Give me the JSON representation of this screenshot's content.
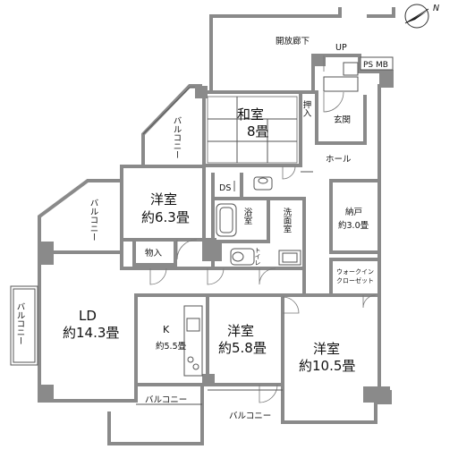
{
  "labels": {
    "corridor": "開放廊下",
    "up": "UP",
    "ps_mb": "PS MB",
    "washitsu_name": "和室",
    "washitsu_size": "8畳",
    "oshiire": "押入",
    "genkan": "玄関",
    "balcony": "バルコニー",
    "hall": "ホール",
    "ds": "DS",
    "youshitsu_a_name": "洋室",
    "youshitsu_a_size": "約6.3畳",
    "yokushitsu": "浴室",
    "senmenjo": "洗面室",
    "toilet": "トイレ",
    "nando_name": "納戸",
    "nando_size": "約3.0畳",
    "monoire": "物入",
    "walkin_1": "ウォークイン",
    "walkin_2": "クローゼット",
    "ld_name": "LD",
    "ld_size": "約14.3畳",
    "k_name": "K",
    "k_size": "約5.5畳",
    "youshitsu_b_name": "洋室",
    "youshitsu_b_size": "約5.8畳",
    "youshitsu_c_name": "洋室",
    "youshitsu_c_size": "約10.5畳"
  },
  "compass": {
    "icon": "north-arrow-icon",
    "letter": "N"
  }
}
